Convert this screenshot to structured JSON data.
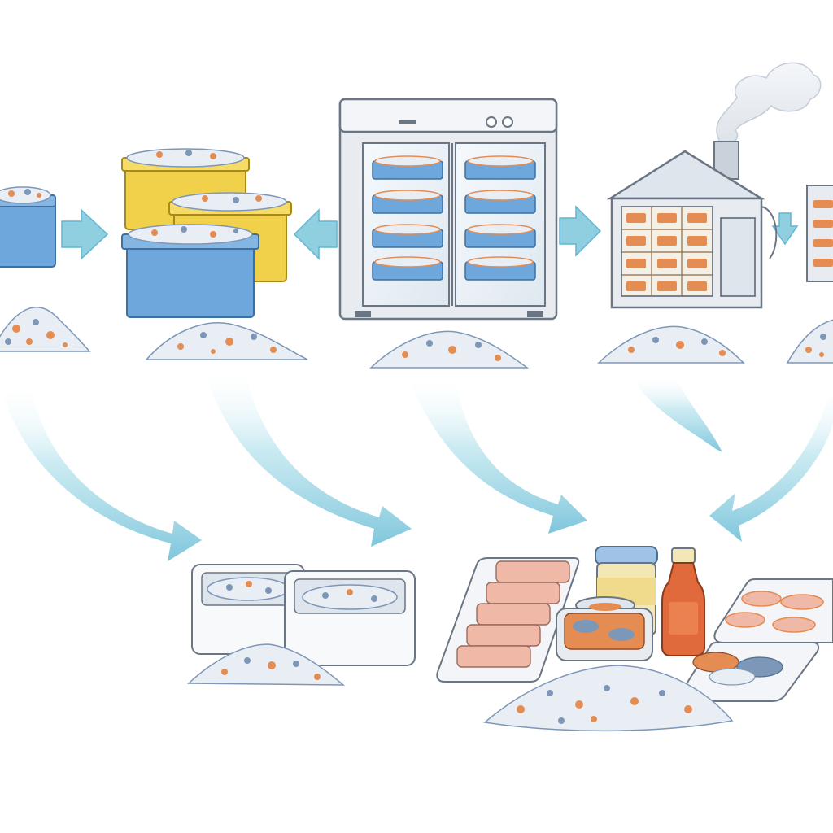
{
  "diagram": {
    "palette": {
      "blue_bin": "#6ea7dc",
      "blue_bin_dark": "#4f86bd",
      "yellow_bin": "#f2d14a",
      "yellow_bin_dark": "#d8b22d",
      "steel": "#e8ecf1",
      "steel_dark": "#9aa7b6",
      "arrow": "#8fcfe0",
      "arrow_dark": "#62b6d1",
      "fish_light": "#e9eef4",
      "fish_orange": "#e58c52",
      "fish_blue": "#7d97b8",
      "salmon": "#f0b8a6",
      "jar_lid": "#9fc3e6",
      "jar_body": "#f3e7b5",
      "sauce": "#e06a3b",
      "outline": "#4b5563"
    },
    "stages": [
      {
        "name": "blue-bin-stage",
        "icon": "blue-bin-icon"
      },
      {
        "name": "stacked-bins-stage",
        "icon": "stacked-bins-icon"
      },
      {
        "name": "refrigerator-stage",
        "icon": "refrigerator-icon"
      },
      {
        "name": "smokehouse-stage",
        "icon": "smokehouse-icon"
      },
      {
        "name": "rack-stage",
        "icon": "rack-icon"
      }
    ],
    "products": [
      {
        "name": "white-containers",
        "icon": "container-icon"
      },
      {
        "name": "fillet-tray",
        "icon": "fillet-tray-icon"
      },
      {
        "name": "canned-fish",
        "icon": "jar-icon"
      },
      {
        "name": "sauce-bottle",
        "icon": "bottle-icon"
      },
      {
        "name": "seafood-trays",
        "icon": "seafood-tray-icon"
      }
    ]
  }
}
